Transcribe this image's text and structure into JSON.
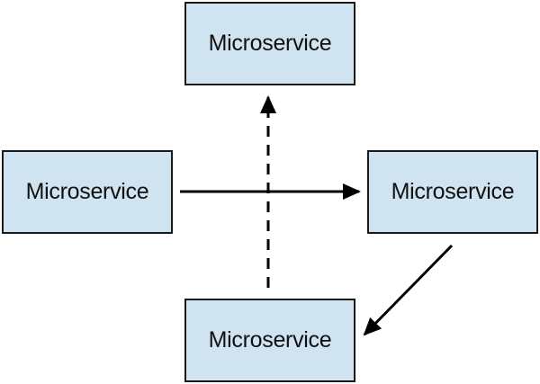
{
  "diagram": {
    "nodes": [
      {
        "id": "top",
        "label": "Microservice"
      },
      {
        "id": "left",
        "label": "Microservice"
      },
      {
        "id": "right",
        "label": "Microservice"
      },
      {
        "id": "bottom",
        "label": "Microservice"
      }
    ],
    "edges": [
      {
        "from": "left",
        "to": "right",
        "style": "solid"
      },
      {
        "from": "right",
        "to": "bottom",
        "style": "solid"
      },
      {
        "from": "bottom",
        "to": "top",
        "style": "dashed"
      }
    ],
    "colors": {
      "box_fill": "#cfe3f0",
      "box_border": "#1a1a1a",
      "arrow": "#000000"
    }
  }
}
